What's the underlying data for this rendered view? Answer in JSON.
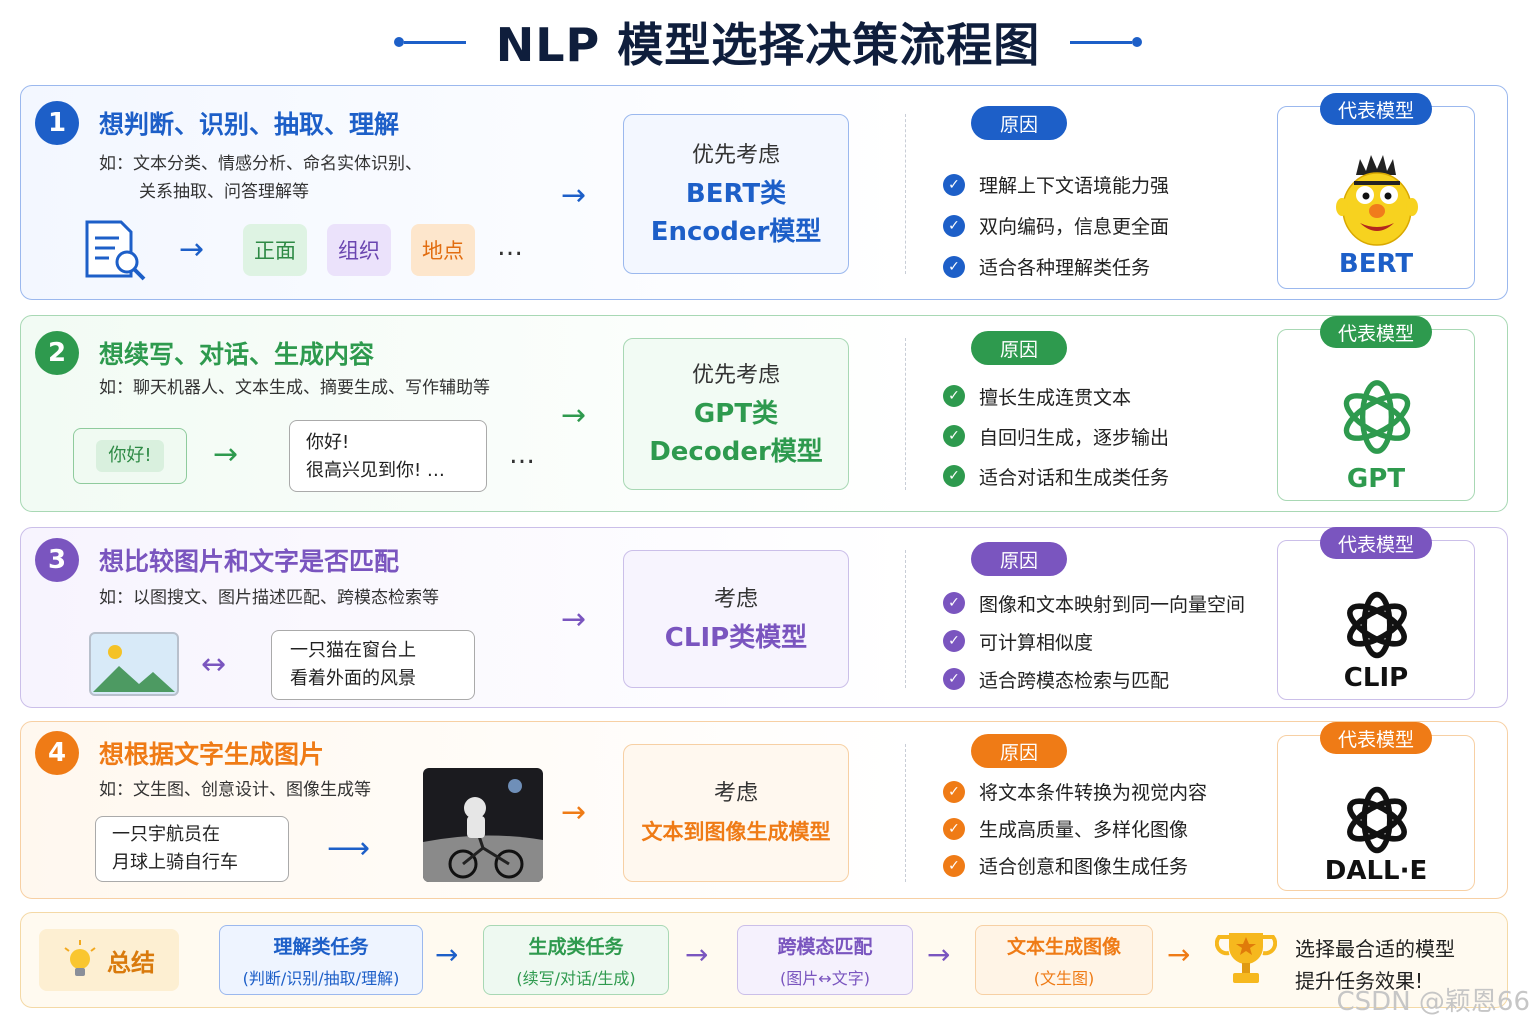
{
  "title": "NLP 模型选择决策流程图",
  "sections": [
    {
      "number": "1",
      "heading": "想判断、识别、抽取、理解",
      "example_line1": "如：文本分类、情感分析、命名实体识别、",
      "example_line2": "关系抽取、问答理解等",
      "tags": [
        "正面",
        "组织",
        "地点"
      ],
      "ellipsis": "…",
      "consider_line1": "优先考虑",
      "consider_line2": "BERT类",
      "consider_line3": "Encoder模型",
      "reason_label": "原因",
      "reasons": [
        "理解上下文语境能力强",
        "双向编码，信息更全面",
        "适合各种理解类任务"
      ],
      "model_label": "代表模型",
      "model_name": "BERT"
    },
    {
      "number": "2",
      "heading": "想续写、对话、生成内容",
      "example_line1": "如：聊天机器人、文本生成、摘要生成、写作辅助等",
      "input_bubble": "你好!",
      "output_line1": "你好!",
      "output_line2": "很高兴见到你! …",
      "ellipsis": "…",
      "consider_line1": "优先考虑",
      "consider_line2": "GPT类",
      "consider_line3": "Decoder模型",
      "reason_label": "原因",
      "reasons": [
        "擅长生成连贯文本",
        "自回归生成，逐步输出",
        "适合对话和生成类任务"
      ],
      "model_label": "代表模型",
      "model_name": "GPT"
    },
    {
      "number": "3",
      "heading": "想比较图片和文字是否匹配",
      "example_line1": "如：以图搜文、图片描述匹配、跨模态检索等",
      "caption_line1": "一只猫在窗台上",
      "caption_line2": "看着外面的风景",
      "consider_line1": "考虑",
      "consider_line2": "CLIP类模型",
      "reason_label": "原因",
      "reasons": [
        "图像和文本映射到同一向量空间",
        "可计算相似度",
        "适合跨模态检索与匹配"
      ],
      "model_label": "代表模型",
      "model_name": "CLIP"
    },
    {
      "number": "4",
      "heading": "想根据文字生成图片",
      "example_line1": "如：文生图、创意设计、图像生成等",
      "prompt_line1": "一只宇航员在",
      "prompt_line2": "月球上骑自行车",
      "consider_line1": "考虑",
      "consider_line2": "文本到图像生成模型",
      "reason_label": "原因",
      "reasons": [
        "将文本条件转换为视觉内容",
        "生成高质量、多样化图像",
        "适合创意和图像生成任务"
      ],
      "model_label": "代表模型",
      "model_name": "DALL·E"
    }
  ],
  "summary": {
    "label": "总结",
    "boxes": [
      {
        "title": "理解类任务",
        "detail": "(判断/识别/抽取/理解)"
      },
      {
        "title": "生成类任务",
        "detail": "(续写/对话/生成)"
      },
      {
        "title": "跨模态匹配",
        "detail": "(图片↔文字)"
      },
      {
        "title": "文本生成图像",
        "detail": "(文生图)"
      }
    ],
    "final_line1": "选择最合适的模型",
    "final_line2": "提升任务效果!"
  },
  "watermark": "CSDN @颖恩66",
  "colors": {
    "blue": "#1d5fc8",
    "green": "#2e9a4e",
    "purple": "#7a55bf",
    "orange": "#ef7b16"
  },
  "icons": [
    "document-search-icon",
    "chat-bubble-icon",
    "landscape-image-icon",
    "astronaut-image-icon",
    "bert-character-icon",
    "openai-logo-icon",
    "check-icon",
    "lightbulb-icon",
    "trophy-icon"
  ]
}
